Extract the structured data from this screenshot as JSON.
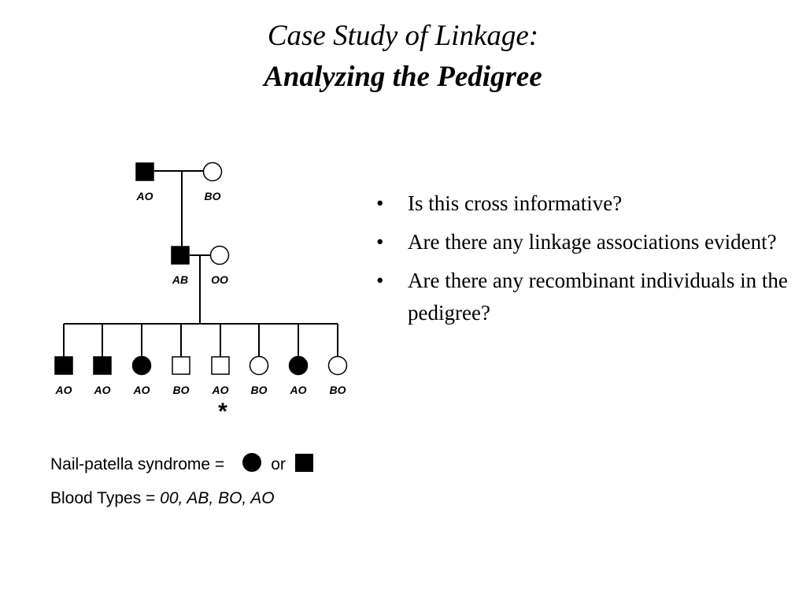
{
  "title": {
    "line1": "Case Study of Linkage:",
    "line2": "Analyzing the Pedigree"
  },
  "pedigree": {
    "generation1": [
      {
        "sex": "male",
        "affected": true,
        "genotype": "AO"
      },
      {
        "sex": "female",
        "affected": false,
        "genotype": "BO"
      }
    ],
    "generation2": [
      {
        "sex": "male",
        "affected": true,
        "genotype": "AB"
      },
      {
        "sex": "female",
        "affected": false,
        "genotype": "OO"
      }
    ],
    "generation3": [
      {
        "sex": "male",
        "affected": true,
        "genotype": "AO"
      },
      {
        "sex": "male",
        "affected": true,
        "genotype": "AO"
      },
      {
        "sex": "female",
        "affected": true,
        "genotype": "AO"
      },
      {
        "sex": "male",
        "affected": false,
        "genotype": "BO"
      },
      {
        "sex": "male",
        "affected": false,
        "genotype": "AO",
        "marked": true
      },
      {
        "sex": "female",
        "affected": false,
        "genotype": "BO"
      },
      {
        "sex": "female",
        "affected": true,
        "genotype": "AO"
      },
      {
        "sex": "female",
        "affected": false,
        "genotype": "BO"
      }
    ],
    "marker_symbol": "*"
  },
  "legend": {
    "syndrome_label": "Nail-patella syndrome =",
    "or_text": "or",
    "blood_label": "Blood Types =",
    "blood_types": "00, AB, BO, AO"
  },
  "bullets": [
    "Is this cross informative?",
    "Are there any linkage associations evident?",
    "Are there any recombinant individuals in the pedigree?"
  ],
  "bullet_char": "•"
}
